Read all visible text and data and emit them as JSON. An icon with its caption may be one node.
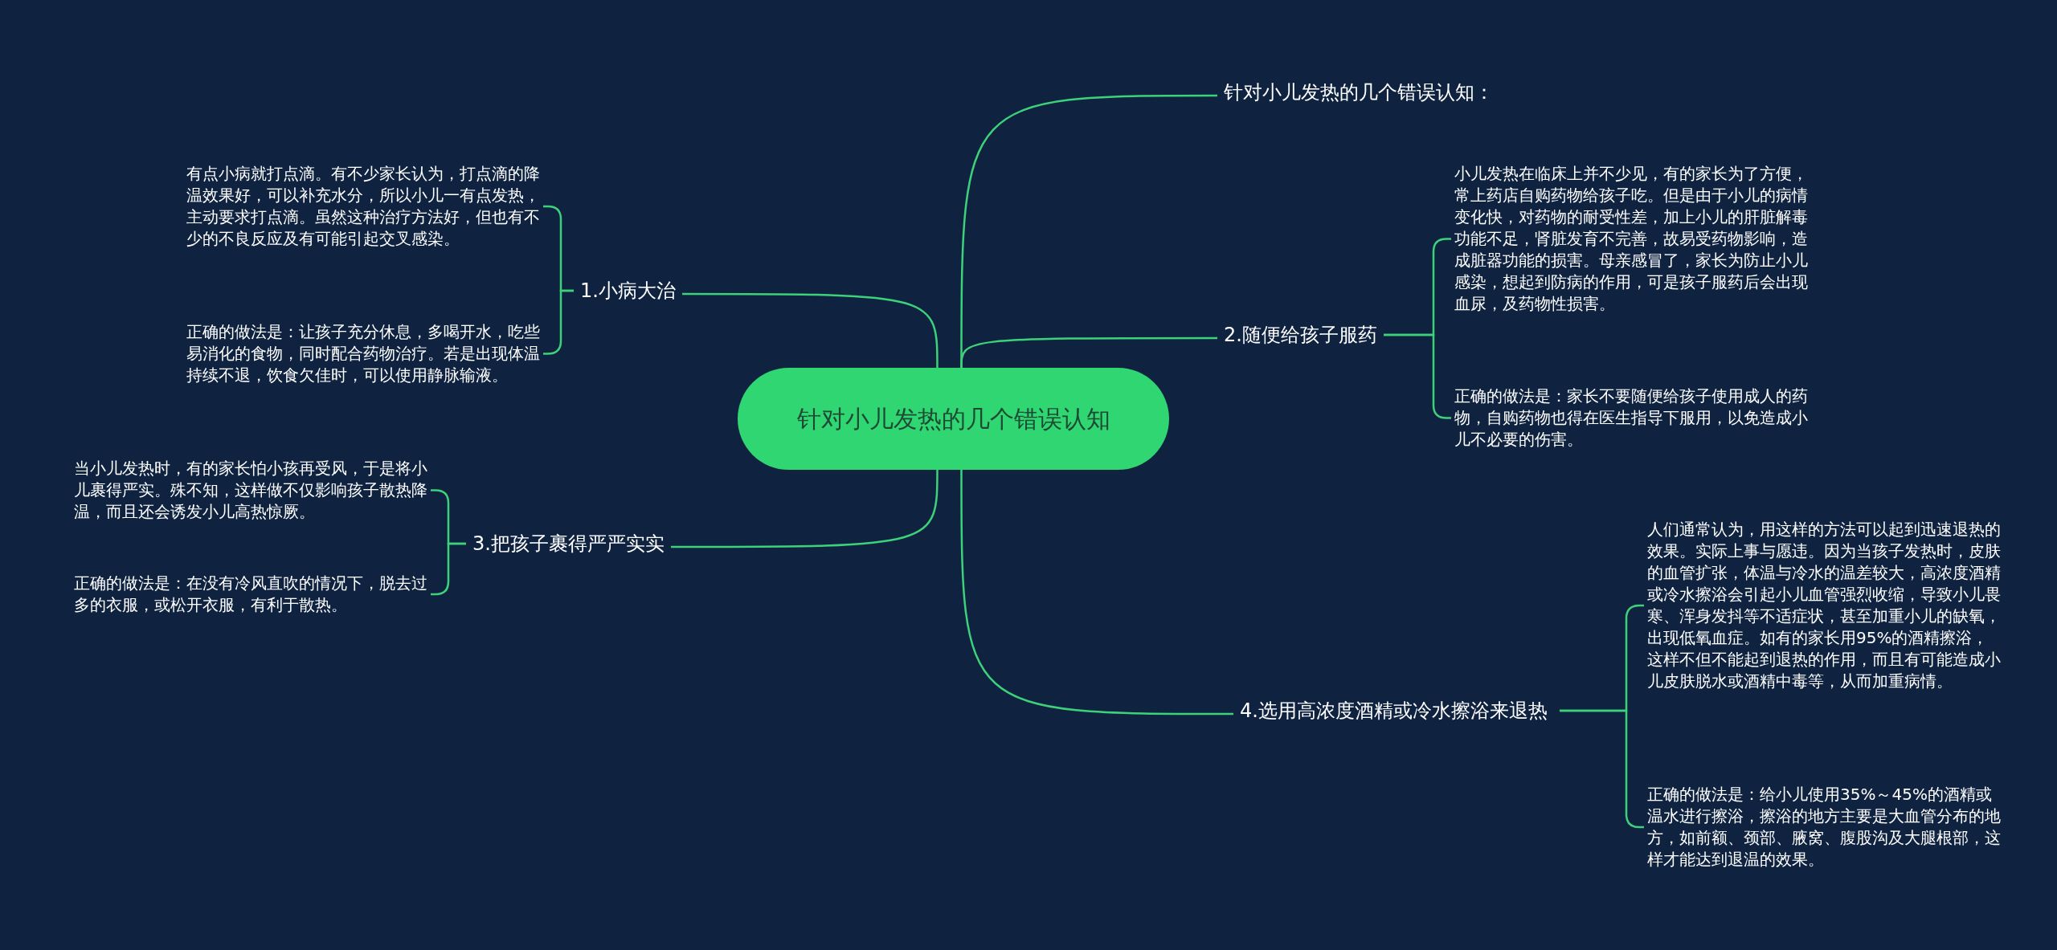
{
  "diagram": {
    "nodes": [
      {
        "text": [
          "针对小儿发热的几个错误认知"
        ]
      },
      {
        "text": [
          "针对小儿发热的几个错误认知："
        ]
      },
      {
        "text": [
          "1.小病大治"
        ]
      },
      {
        "text": [
          "有点小病就打点滴。有不少家长认为，打点滴的降温效果好，可以补充水分，所以小儿一有点发热，主动要求打点滴。虽然这种治疗方法好，但也有不少的不良反应及有可能引起交叉感染。"
        ]
      },
      {
        "text": [
          "正确的做法是：让孩子充分休息，多喝开水，吃些易消化的食物，同时配合药物治疗。若是出现体温持续不退，饮食欠佳时，可以使用静脉输液。"
        ]
      },
      {
        "text": [
          "2.随便给孩子服药"
        ]
      },
      {
        "text": [
          "小儿发热在临床上并不少见，有的家长为了方便，常上药店自购药物给孩子吃。但是由于小儿的病情变化快，对药物的耐受性差，加上小儿的肝脏解毒功能不足，肾脏发育不完善，故易受药物影响，造成脏器功能的损害。母亲感冒了，家长为防止小儿感染，想起到防病的作用，可是孩子服药后会出现血尿，及药物性损害。"
        ]
      },
      {
        "text": [
          "正确的做法是：家长不要随便给孩子使用成人的药物，自购药物也得在医生指导下服用，以免造成小儿不必要的伤害。"
        ]
      },
      {
        "text": [
          "3.把孩子裹得严严实实"
        ]
      },
      {
        "text": [
          "当小儿发热时，有的家长怕小孩再受风，于是将小儿裹得严实。殊不知，这样做不仅影响孩子散热降温，而且还会诱发小儿高热惊厥。"
        ]
      },
      {
        "text": [
          "正确的做法是：在没有冷风直吹的情况下，脱去过多的衣服，或松开衣服，有利于散热。"
        ]
      },
      {
        "text": [
          "4.选用高浓度酒精或冷水擦浴来退热"
        ]
      },
      {
        "text": [
          "人们通常认为，用这样的方法可以起到迅速退热的效果。实际上事与愿违。因为当孩子发热时，皮肤的血管扩张，体温与冷水的温差较大，高浓度酒精或冷水擦浴会引起小儿血管强烈收缩，导致小儿畏寒、浑身发抖等不适症状，甚至加重小儿的缺氧，出现低氧血症。如有的家长用95%的酒精擦浴，这样不但不能起到退热的作用，而且有可能造成小儿皮肤脱水或酒精中毒等，从而加重病情。"
        ]
      },
      {
        "text": [
          "正确的做法是：给小儿使用35%～45%的酒精或温水进行擦浴，擦浴的地方主要是大血管分布的地方，如前额、颈部、腋窝、腹股沟及大腿根部，这样才能达到退温的效果。"
        ]
      }
    ],
    "edges": [
      {
        "from": 0,
        "to": 1,
        "arrow": "none"
      },
      {
        "from": 0,
        "to": 2,
        "arrow": "none"
      },
      {
        "from": 2,
        "to": 3,
        "arrow": "none"
      },
      {
        "from": 2,
        "to": 4,
        "arrow": "none"
      },
      {
        "from": 0,
        "to": 5,
        "arrow": "none"
      },
      {
        "from": 5,
        "to": 6,
        "arrow": "none"
      },
      {
        "from": 5,
        "to": 7,
        "arrow": "none"
      },
      {
        "from": 0,
        "to": 8,
        "arrow": "none"
      },
      {
        "from": 8,
        "to": 9,
        "arrow": "none"
      },
      {
        "from": 8,
        "to": 10,
        "arrow": "none"
      },
      {
        "from": 0,
        "to": 11,
        "arrow": "none"
      },
      {
        "from": 11,
        "to": 12,
        "arrow": "none"
      },
      {
        "from": 11,
        "to": 13,
        "arrow": "none"
      }
    ]
  }
}
